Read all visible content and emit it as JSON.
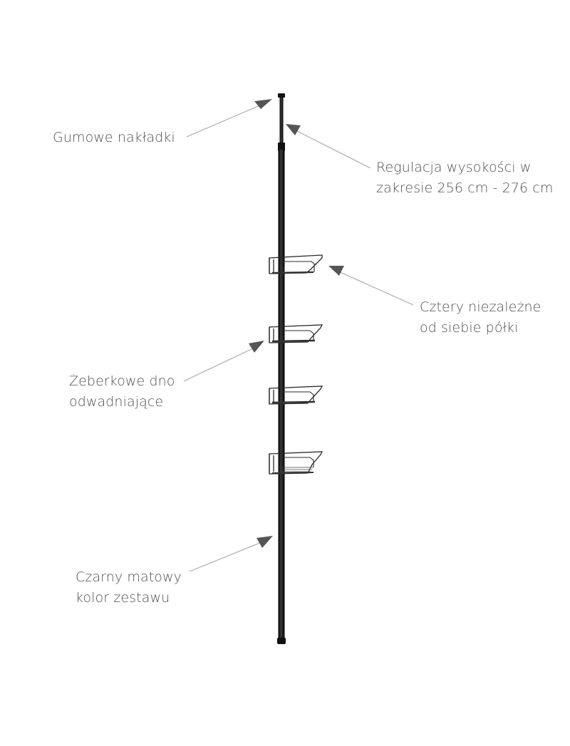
{
  "product": {
    "name": "Tension pole shower caddy",
    "color": "#1a1a1a",
    "shelf_count": 4
  },
  "arrow_color": "#555555",
  "leader_color": "#aaaaaa",
  "callouts": [
    {
      "lines": [
        "Gumowe nakładki"
      ]
    },
    {
      "lines": [
        "Regulacja wysokości w",
        "zakresie 256 cm - 276 cm"
      ]
    },
    {
      "lines": [
        "Cztery niezależne",
        "od siebie półki"
      ]
    },
    {
      "lines": [
        "Żeberkowe dno",
        "odwadniające"
      ]
    },
    {
      "lines": [
        "Czarny matowy",
        "kolor zestawu"
      ]
    }
  ]
}
